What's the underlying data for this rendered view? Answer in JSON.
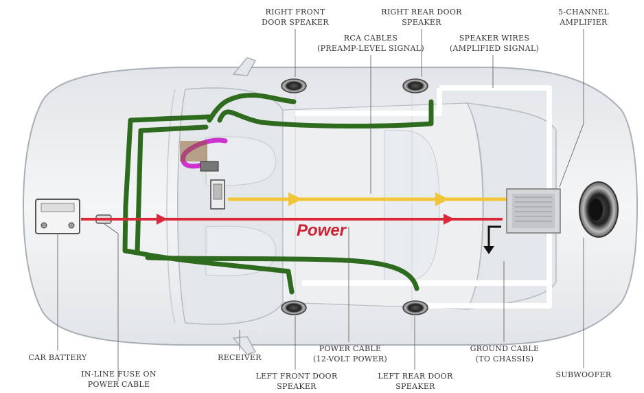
{
  "labels": {
    "right_front_door_speaker": [
      "RIGHT FRONT",
      "DOOR SPEAKER"
    ],
    "right_rear_door_speaker": [
      "RIGHT REAR DOOR",
      "SPEAKER"
    ],
    "five_channel_amplifier": [
      "5-CHANNEL",
      "AMPLIFIER"
    ],
    "rca_cables": [
      "RCA CABLES",
      "(PREAMP-LEVEL SIGNAL)"
    ],
    "speaker_wires": [
      "SPEAKER WIRES",
      "(AMPLIFIED SIGNAL)"
    ],
    "car_battery": [
      "CAR BATTERY"
    ],
    "inline_fuse": [
      "IN-LINE FUSE ON",
      "POWER CABLE"
    ],
    "receiver": [
      "RECEIVER"
    ],
    "left_front_door_speaker": [
      "LEFT FRONT DOOR",
      "SPEAKER"
    ],
    "power_cable": [
      "POWER CABLE",
      "(12-VOLT POWER)"
    ],
    "left_rear_door_speaker": [
      "LEFT REAR DOOR",
      "SPEAKER"
    ],
    "ground_cable": [
      "GROUND CABLE",
      "(TO CHASSIS)"
    ],
    "subwoofer": [
      "SUBWOOFER"
    ]
  },
  "power_text": "Power",
  "colors": {
    "power_wire": "#d8283a",
    "rca_wire": "#f2c43a",
    "speaker_wire": "#2f6b1f",
    "harness": "#cc33cc",
    "car_body": "#eef0f2",
    "car_outline": "#a9afb6"
  }
}
